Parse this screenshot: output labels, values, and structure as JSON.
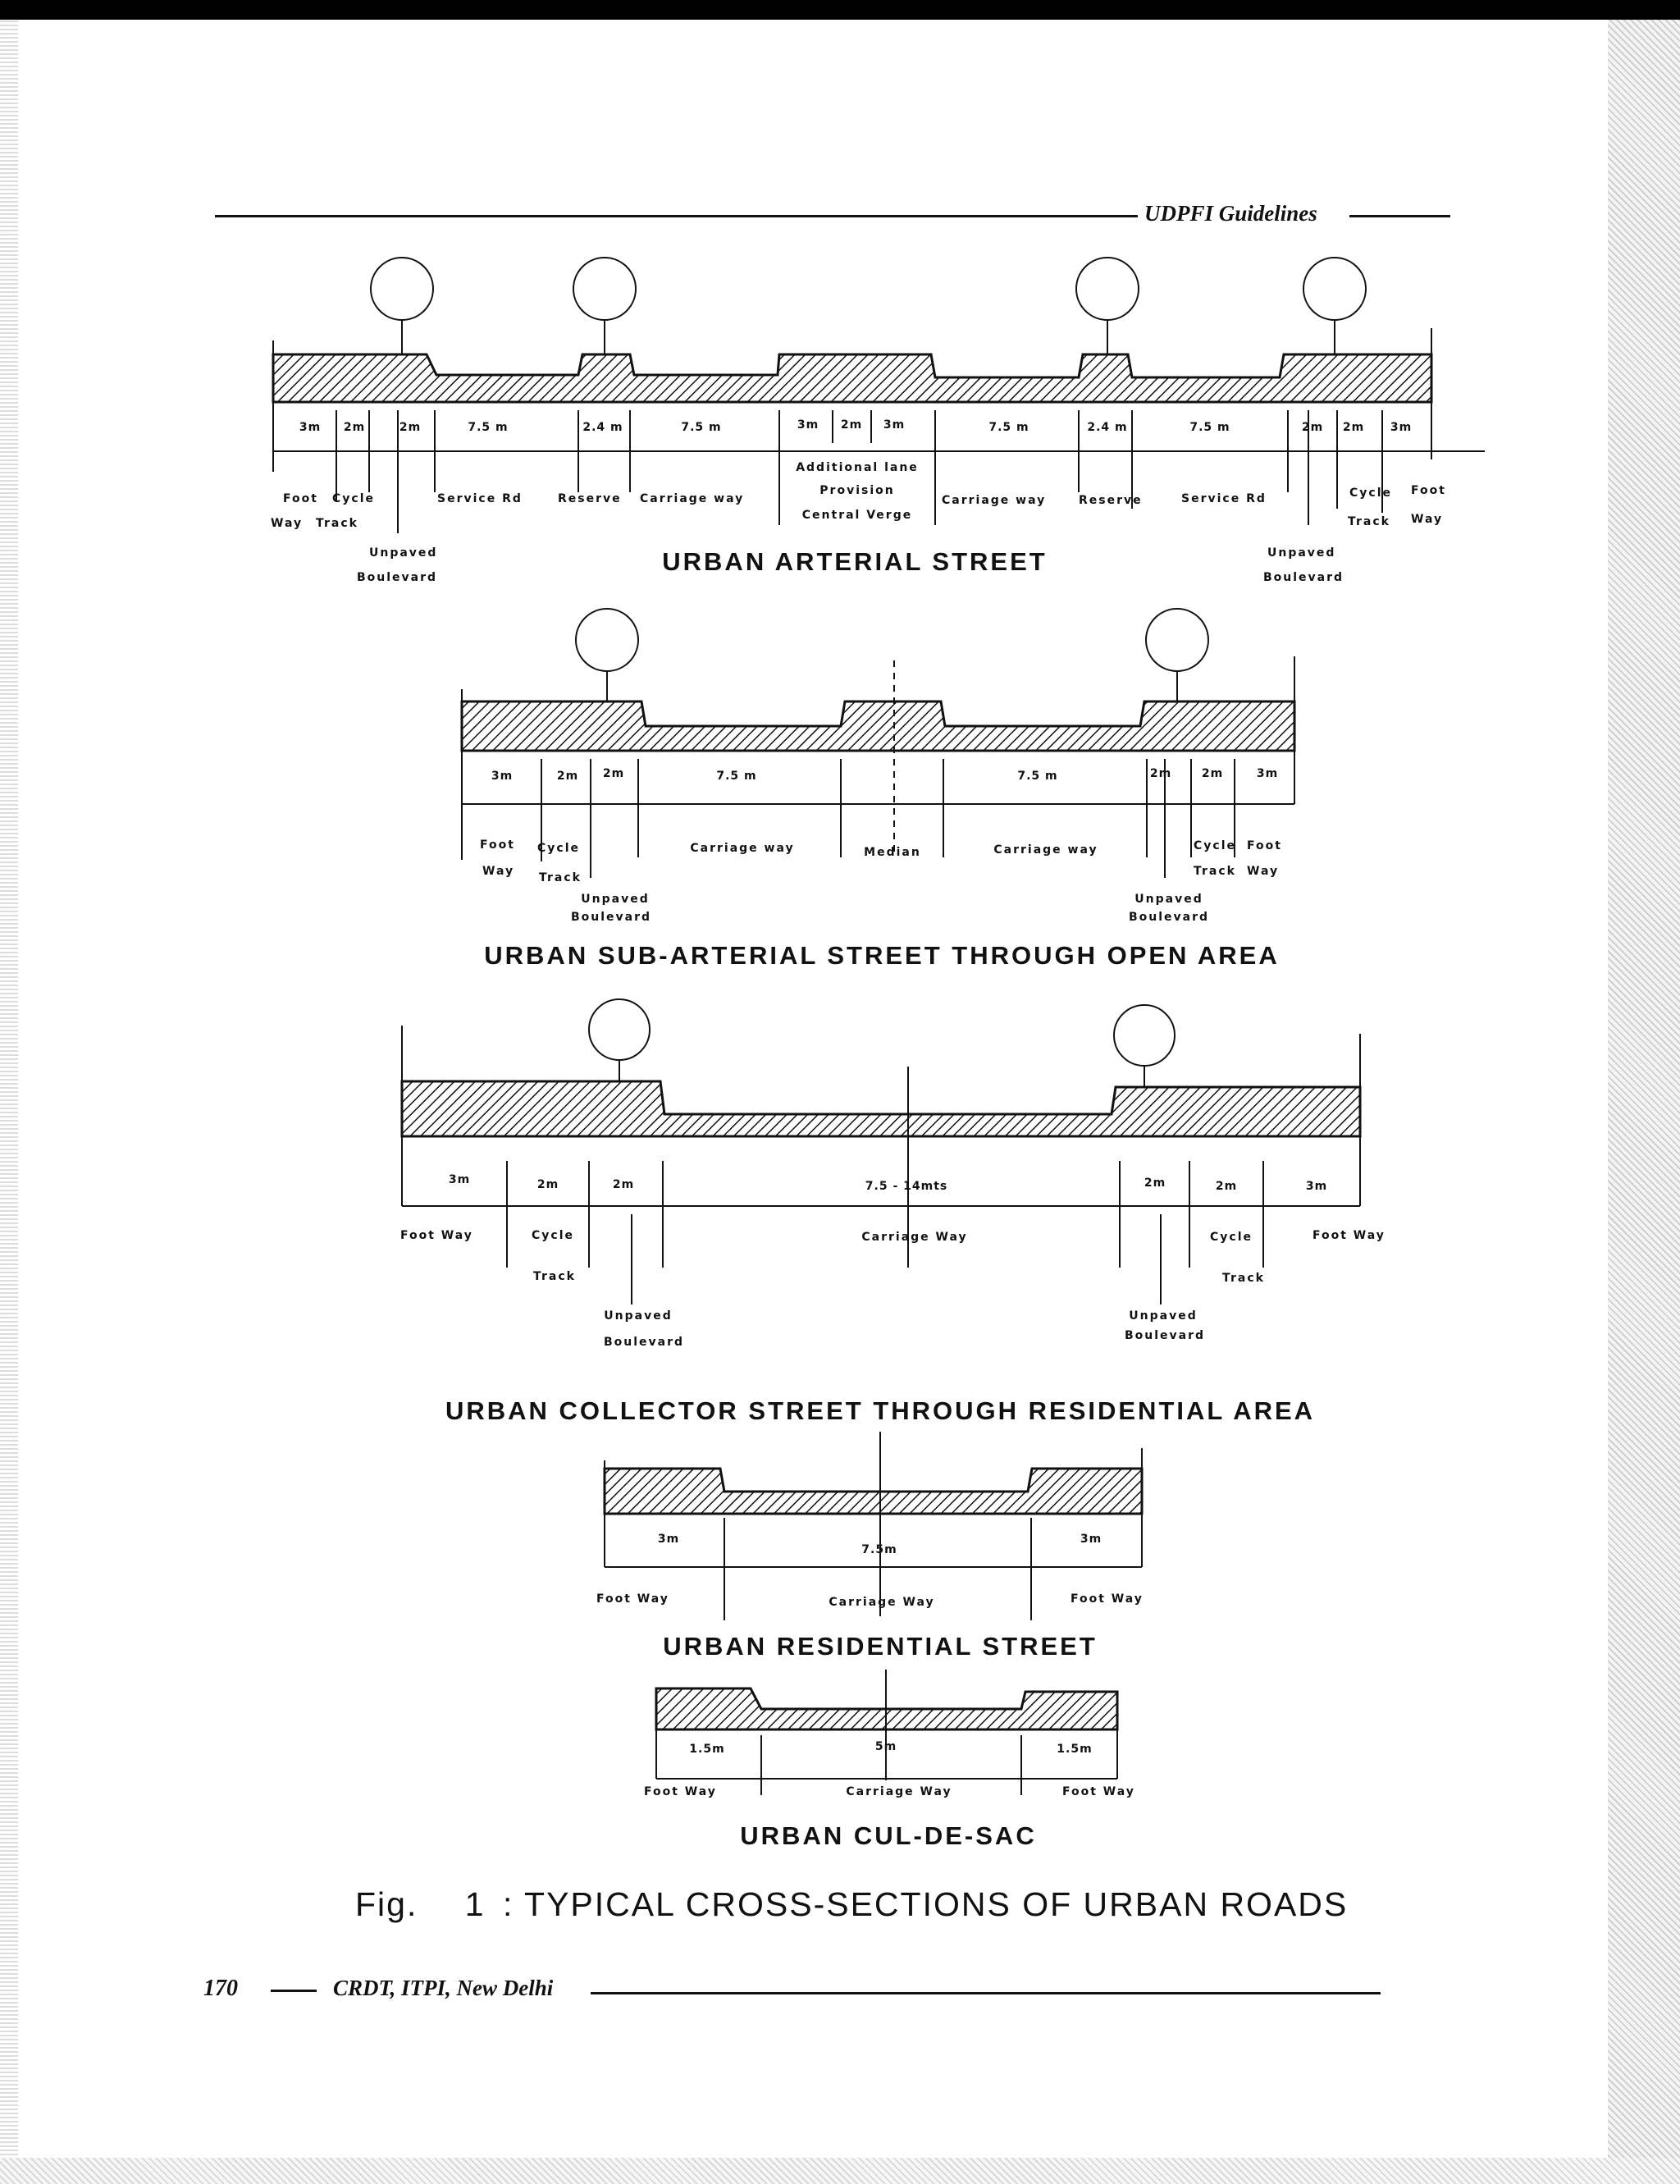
{
  "header": {
    "running_title": "UDPFI Guidelines"
  },
  "footer": {
    "page_number": "170",
    "source": "CRDT, ITPI, New Delhi"
  },
  "figure": {
    "label": "Fig.",
    "number": "1",
    "caption": ": TYPICAL CROSS-SECTIONS OF URBAN ROADS"
  },
  "sections": {
    "arterial": {
      "title": "URBAN ARTERIAL STREET",
      "dims": [
        "3m",
        "2m",
        "2m",
        "7.5 m",
        "2.4 m",
        "7.5 m",
        "3m",
        "2m",
        "3m",
        "7.5 m",
        "2.4 m",
        "7.5 m",
        "2m",
        "2m",
        "3m"
      ],
      "labels": [
        "Foot",
        "Way",
        "Cycle",
        "Track",
        "Unpaved",
        "Boulevard",
        "Service Rd",
        "Reserve",
        "Carriage way",
        "Additional lane",
        "Provision",
        "Central Verge",
        "Carriage way",
        "Reserve",
        "Service Rd",
        "Unpaved",
        "Boulevard",
        "Cycle",
        "Track",
        "Foot",
        "Way"
      ]
    },
    "sub_arterial": {
      "title": "URBAN SUB-ARTERIAL STREET THROUGH OPEN AREA",
      "dims": [
        "3m",
        "2m",
        "2m",
        "7.5 m",
        "7.5 m",
        "2m",
        "2m",
        "3m"
      ],
      "labels": [
        "Foot",
        "Way",
        "Cycle",
        "Track",
        "Unpaved",
        "Boulevard",
        "Carriage way",
        "Median",
        "Carriage way",
        "Unpaved",
        "Boulevard",
        "Cycle",
        "Track",
        "Foot",
        "Way"
      ]
    },
    "collector": {
      "title": "URBAN COLLECTOR STREET THROUGH RESIDENTIAL AREA",
      "dims": [
        "3m",
        "2m",
        "2m",
        "7.5 - 14mts",
        "2m",
        "2m",
        "3m"
      ],
      "labels": [
        "Foot Way",
        "Cycle",
        "Track",
        "Unpaved",
        "Boulevard",
        "Carriage Way",
        "Unpaved",
        "Boulevard",
        "Cycle",
        "Track",
        "Foot Way"
      ]
    },
    "residential": {
      "title": "URBAN RESIDENTIAL STREET",
      "dims": [
        "3m",
        "7.5m",
        "3m"
      ],
      "labels": [
        "Foot Way",
        "Carriage Way",
        "Foot Way"
      ]
    },
    "cul_de_sac": {
      "title": "URBAN CUL-DE-SAC",
      "dims": [
        "1.5m",
        "5m",
        "1.5m"
      ],
      "labels": [
        "Foot Way",
        "Carriage Way",
        "Foot Way"
      ]
    }
  }
}
